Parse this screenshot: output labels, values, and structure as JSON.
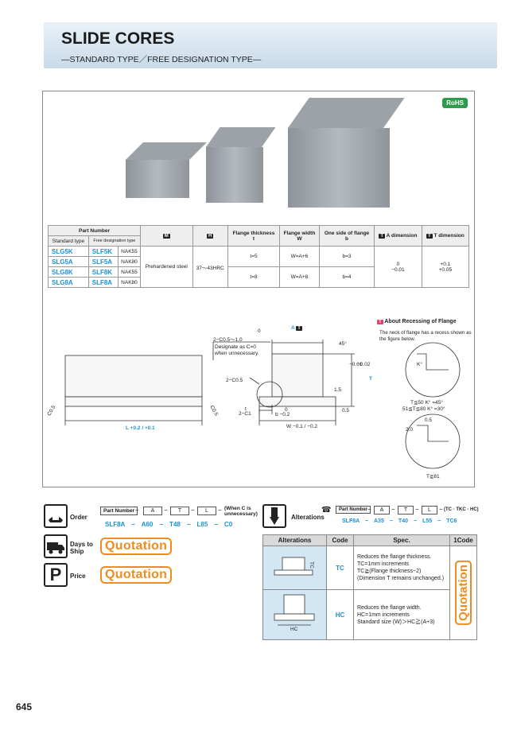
{
  "header": {
    "title": "SLIDE CORES",
    "subtitle": "—STANDARD TYPE／FREE DESIGNATION TYPE—"
  },
  "badge": {
    "rohs": "RoHS",
    "color": "#2e9d4b"
  },
  "spec_table": {
    "h_part_number": "Part Number",
    "h_standard": "Standard type",
    "h_free": "Free designation type",
    "h_m": "M",
    "h_h": "H",
    "h_flange_thickness": "Flange thickness",
    "h_flange_thickness_sym": "t",
    "h_flange_width": "Flange width",
    "h_flange_width_sym": "W",
    "h_one_side": "One side of flange",
    "h_one_side_sym": "b",
    "h_a_dim_icon": "T",
    "h_a_dim": "A dimension",
    "h_t_dim_icon": "T",
    "h_t_dim": "T dimension",
    "rows": [
      {
        "std": "SLG5K",
        "free": "SLF5K",
        "m": "NAK55"
      },
      {
        "std": "SLG5A",
        "free": "SLF5A",
        "m": "NAK80"
      },
      {
        "std": "SLG8K",
        "free": "SLF8K",
        "m": "NAK55"
      },
      {
        "std": "SLG8A",
        "free": "SLF8A",
        "m": "NAK80"
      }
    ],
    "treatment": "Prehardened steel",
    "hardness": "37～43HRC",
    "t_group1": "t=5",
    "w_group1": "W=A+6",
    "b_group1": "b=3",
    "t_group2": "t=8",
    "w_group2": "W=A+8",
    "b_group2": "b=4",
    "a_tol_upper": "0",
    "a_tol_lower": "−0.01",
    "t_tol_upper": "+0.1",
    "t_tol_lower": "+0.05"
  },
  "diagram": {
    "chamfer_note": "2−C0.5～1.0",
    "designate_note_1": "Designate as C=0",
    "designate_note_2": "when unnecessary.",
    "a_label": "A",
    "a_icon": "T",
    "t_label": "T",
    "c05": "2−C0.5",
    "c1": "2−C1",
    "b_label": "b",
    "b_tol": "−0.2",
    "b_tol0": "0",
    "w_label": "W",
    "w_tol1": "−0.1",
    "w_tol2": "−0.2",
    "l_label": "L",
    "l_tol1": "+0.2",
    "l_tol2": "+0.1",
    "cl_left": "C0.5",
    "cl_right": "C0.5",
    "t_small": "t",
    "tol_001": "−0.01",
    "tol_002": "−0.02",
    "r15": "1.5",
    "angle45": "45°",
    "r05": "0.5",
    "r0": "0",
    "recess_icon": "T",
    "recess_title": "About Recessing of Flange",
    "recess_desc": "The neck of flange has a recess shown as the figure below.",
    "k_note1": "T≦50  K° =45°",
    "k_note2": "51≦T≦80  K° =30°",
    "t81": "T≧81",
    "dim_20": "2.0",
    "dim_05": "0.5",
    "k_label": "K°"
  },
  "order": {
    "label": "Order",
    "pn_label": "Part Number",
    "seg_a": "A",
    "seg_t": "T",
    "seg_l": "L",
    "when_c": "(When C is unnecessary)",
    "example": "SLF8A　−　A60　−　T48　−　L85　−　C0"
  },
  "days": {
    "label": "Days to Ship",
    "value": "Quotation"
  },
  "price": {
    "label": "Price",
    "value": "Quotation"
  },
  "alterations": {
    "label": "Alterations",
    "pn_label": "Part Number",
    "seg_a": "A",
    "seg_t": "T",
    "seg_l": "L",
    "suffix": "(TC · TKC · HC)",
    "example": "SLF8A　−　A35　−　T40　−　L55　−　TC6",
    "headers": [
      "Alterations",
      "Code",
      "Spec.",
      "1Code"
    ],
    "rows": [
      {
        "code": "TC",
        "fig_label": "TC",
        "spec": [
          "Reduces the flange thickness.",
          "TC=1mm increments",
          "TC≧(Flange thickness−2)",
          "(Dimension T remains unchanged.)"
        ]
      },
      {
        "code": "HC",
        "fig_label": "HC",
        "spec": [
          "Reduces the flange width.",
          "HC=1mm increments",
          "Standard size (W)＞HC≧(A+3)"
        ]
      }
    ],
    "quote": "Quotation"
  },
  "page_number": "645",
  "colors": {
    "accent": "#1e90d0",
    "quote": "#f08c1e",
    "header_bg": "#c8dbe9"
  }
}
